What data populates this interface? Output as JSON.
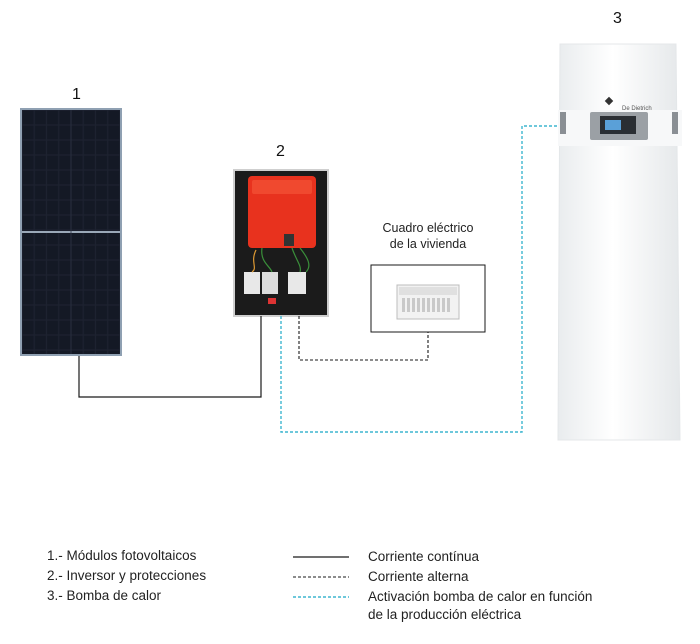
{
  "numbers": {
    "n1": "1",
    "n2": "2",
    "n3": "3"
  },
  "panel_box": {
    "title_line1": "Cuadro eléctrico",
    "title_line2": "de la vivienda"
  },
  "heat_pump": {
    "brand": "De Dietrich"
  },
  "legend": {
    "items": [
      "1.- Módulos fotovoltaicos",
      "2.- Inversor y protecciones",
      "3.- Bomba de calor"
    ],
    "lines": [
      {
        "style": "solid",
        "color": "#1a1a1a",
        "label_line1": "Corriente contínua",
        "label_line2": ""
      },
      {
        "style": "dashed",
        "color": "#1a1a1a",
        "label_line1": "Corriente alterna",
        "label_line2": ""
      },
      {
        "style": "dotted",
        "color": "#3fb6cf",
        "label_line1": "Activación bomba de calor en función",
        "label_line2": "de la producción eléctrica"
      }
    ]
  },
  "colors": {
    "solid_line": "#1a1a1a",
    "ac_line": "#1a1a1a",
    "signal_line": "#3fb6cf",
    "inverter": "#e8321e"
  }
}
